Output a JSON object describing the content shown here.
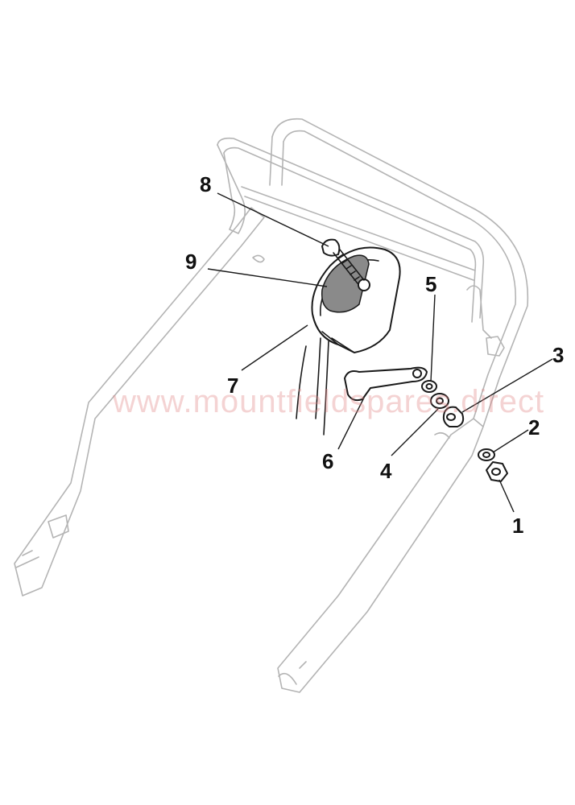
{
  "watermark": "www.mountfieldspares.direct",
  "callouts": [
    {
      "id": "1",
      "label": "1"
    },
    {
      "id": "2",
      "label": "2"
    },
    {
      "id": "3",
      "label": "3"
    },
    {
      "id": "4",
      "label": "4"
    },
    {
      "id": "5",
      "label": "5"
    },
    {
      "id": "6",
      "label": "6"
    },
    {
      "id": "7",
      "label": "7"
    },
    {
      "id": "8",
      "label": "8"
    },
    {
      "id": "9",
      "label": "9"
    }
  ],
  "colors": {
    "handle_outline": "#b4b4b4",
    "part_outline": "#1a1a1a",
    "callout_text": "#111111",
    "watermark": "#e08080"
  }
}
